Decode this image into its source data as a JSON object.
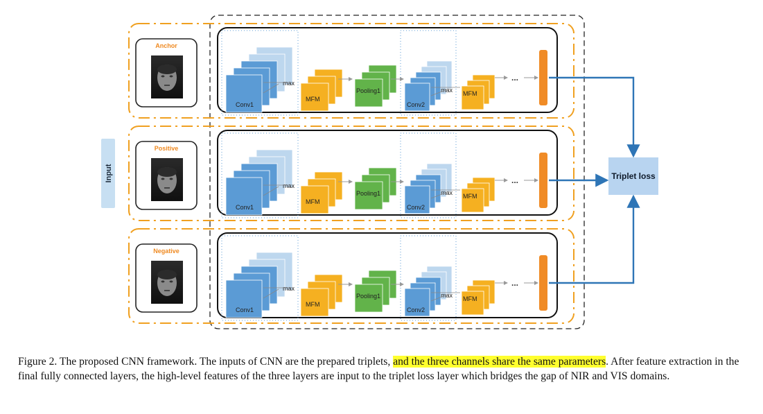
{
  "figure": {
    "input_label": "Input",
    "triplet_loss_label": "Triplet loss",
    "channels": [
      {
        "face_label": "Anchor",
        "conv1": "Conv1",
        "max1": "max",
        "mfm1": "MFM",
        "pooling1": "Pooling1",
        "conv2": "Conv2",
        "max2": "max",
        "mfm2": "MFM",
        "ellipsis": "..."
      },
      {
        "face_label": "Positive",
        "conv1": "Conv1",
        "max1": "max",
        "mfm1": "MFM",
        "pooling1": "Pooling1",
        "conv2": "Conv2",
        "max2": "max",
        "mfm2": "MFM",
        "ellipsis": "..."
      },
      {
        "face_label": "Negative",
        "conv1": "Conv1",
        "max1": "max",
        "mfm1": "MFM",
        "pooling1": "Pooling1",
        "conv2": "Conv2",
        "max2": "max",
        "mfm2": "MFM",
        "ellipsis": "..."
      }
    ],
    "colors": {
      "conv": "#5b9bd5",
      "conv_light": "#bdd7ee",
      "mfm": "#f5b021",
      "pooling": "#62b34a",
      "fc_bar": "#f08b26",
      "arrow": "#2e75b6",
      "orange_dash": "#f0a020",
      "loss_box": "#b8d4f0",
      "input_box": "#c7dff2",
      "highlight": "#ffff2e"
    }
  },
  "caption": {
    "part1": "Figure 2. The proposed CNN framework. The inputs of CNN are the prepared triplets, ",
    "highlight": "and the three channels share the same parameters",
    "part2": ". After feature extraction in the final fully connected layers, the high-level features of the three layers are input to the triplet loss layer which bridges the gap of NIR and VIS domains."
  }
}
